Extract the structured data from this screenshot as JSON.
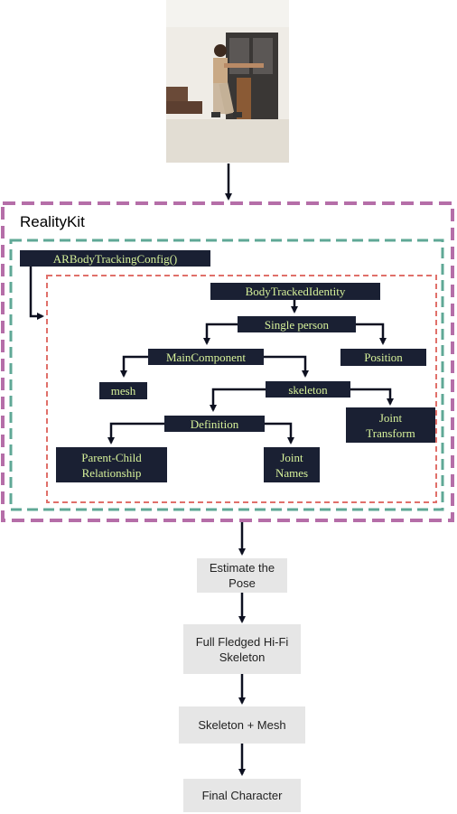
{
  "diagram": {
    "realitykit_label": "RealityKit",
    "nodes": {
      "arbody": "ARBodyTrackingConfig()",
      "bodytracked": "BodyTrackedIdentity",
      "single_person": "Single person",
      "main_component": "MainComponent",
      "position": "Position",
      "mesh": "mesh",
      "skeleton": "skeleton",
      "joint_transform": "Joint\nTransform",
      "definition": "Definition",
      "parent_child": "Parent-Child\nRelationship",
      "joint_names": "Joint\nNames"
    },
    "pipeline": {
      "estimate": "Estimate the\nPose",
      "full_fledged": "Full Fledged Hi-Fi\nSkeleton",
      "skeleton_mesh": "Skeleton + Mesh",
      "final": "Final Character"
    },
    "colors": {
      "outer_border": "#b56ea8",
      "middle_border": "#5fa896",
      "inner_border": "#e0706a",
      "node_fill": "#1a2033",
      "node_text": "#d7f29a",
      "step_fill": "#e6e6e6"
    }
  }
}
